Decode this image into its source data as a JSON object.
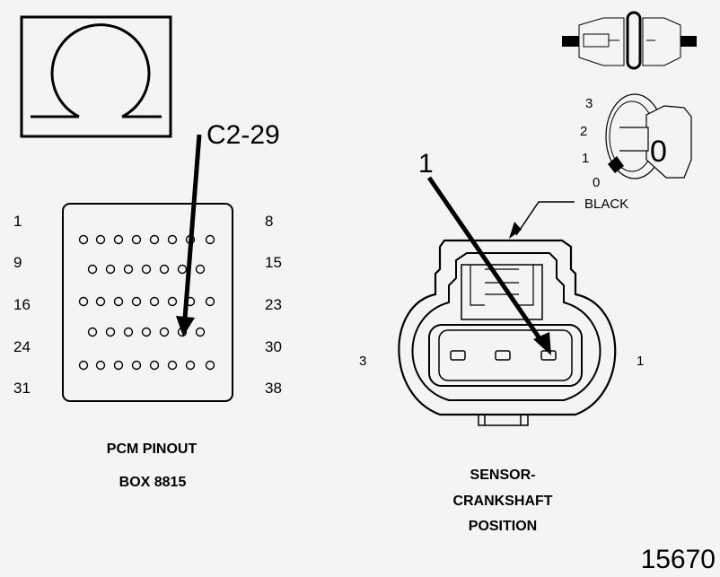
{
  "reference_number": "15670",
  "ohmmeter": {
    "icon": "ohm-symbol-icon"
  },
  "pcm_pinout": {
    "callout": "C2-29",
    "row_start_labels": [
      "1",
      "9",
      "16",
      "24",
      "31"
    ],
    "row_end_labels": [
      "8",
      "15",
      "23",
      "30",
      "38"
    ],
    "caption_line1": "PCM PINOUT",
    "caption_line2": "BOX 8815"
  },
  "harness_connector": {
    "icon": "harness-connector-icon"
  },
  "key_switch": {
    "icon": "ignition-key-icon",
    "positions": [
      "3",
      "2",
      "1",
      "0"
    ],
    "selected_position": "0"
  },
  "crank_sensor": {
    "callout": "1",
    "color_label": "BLACK",
    "terminal_left": "3",
    "terminal_right": "1",
    "caption_line1": "SENSOR-",
    "caption_line2": "CRANKSHAFT",
    "caption_line3": "POSITION"
  }
}
